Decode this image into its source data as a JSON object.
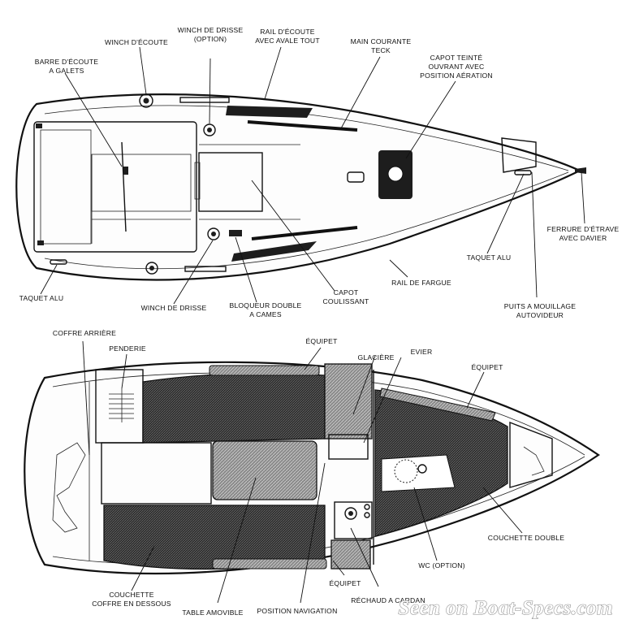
{
  "deck_plan": {
    "labels": {
      "winch_ecoute": "WINCH D'ÉCOUTE",
      "winch_drisse_option_1": "WINCH DE DRISSE",
      "winch_drisse_option_2": "(OPTION)",
      "rail_ecoute_1": "RAIL D'ÉCOUTE",
      "rail_ecoute_2": "AVEC AVALE TOUT",
      "main_courante_1": "MAIN COURANTE",
      "main_courante_2": "TECK",
      "barre_ecoute_1": "BARRE D'ÉCOUTE",
      "barre_ecoute_2": "A GALETS",
      "capot_teinte_1": "CAPOT TEINTÉ",
      "capot_teinte_2": "OUVRANT AVEC",
      "capot_teinte_3": "POSITION AÉRATION",
      "ferrure_etrave_1": "FERRURE D'ÉTRAVE",
      "ferrure_etrave_2": "AVEC DAVIER",
      "taquet_alu_right": "TAQUET ALU",
      "taquet_alu_left": "TAQUET ALU",
      "rail_fargue": "RAIL DE FARGUE",
      "capot_coulissant_1": "CAPOT",
      "capot_coulissant_2": "COULISSANT",
      "winch_drisse": "WINCH DE DRISSE",
      "bloqueur_1": "BLOQUEUR DOUBLE",
      "bloqueur_2": "A CAMES",
      "puits_mouillage_1": "PUITS A MOUILLAGE",
      "puits_mouillage_2": "AUTOVIDEUR"
    }
  },
  "interior_plan": {
    "labels": {
      "coffre_arriere": "COFFRE ARRIÈRE",
      "penderie": "PENDERIE",
      "equipet_top": "ÉQUIPET",
      "glaciere": "GLACIÈRE",
      "evier": "EVIER",
      "equipet_right": "ÉQUIPET",
      "couchette_double": "COUCHETTE DOUBLE",
      "wc_option": "WC (OPTION)",
      "equipet_bottom": "ÉQUIPET",
      "rechaud_cardan": "RÉCHAUD A CARDAN",
      "position_navigation": "POSITION NAVIGATION",
      "table_amovible": "TABLE AMOVIBLE",
      "couchette_coffre_1": "COUCHETTE",
      "couchette_coffre_2": "COFFRE EN DESSOUS"
    }
  },
  "watermark": "Seen on Boat-Specs.com"
}
